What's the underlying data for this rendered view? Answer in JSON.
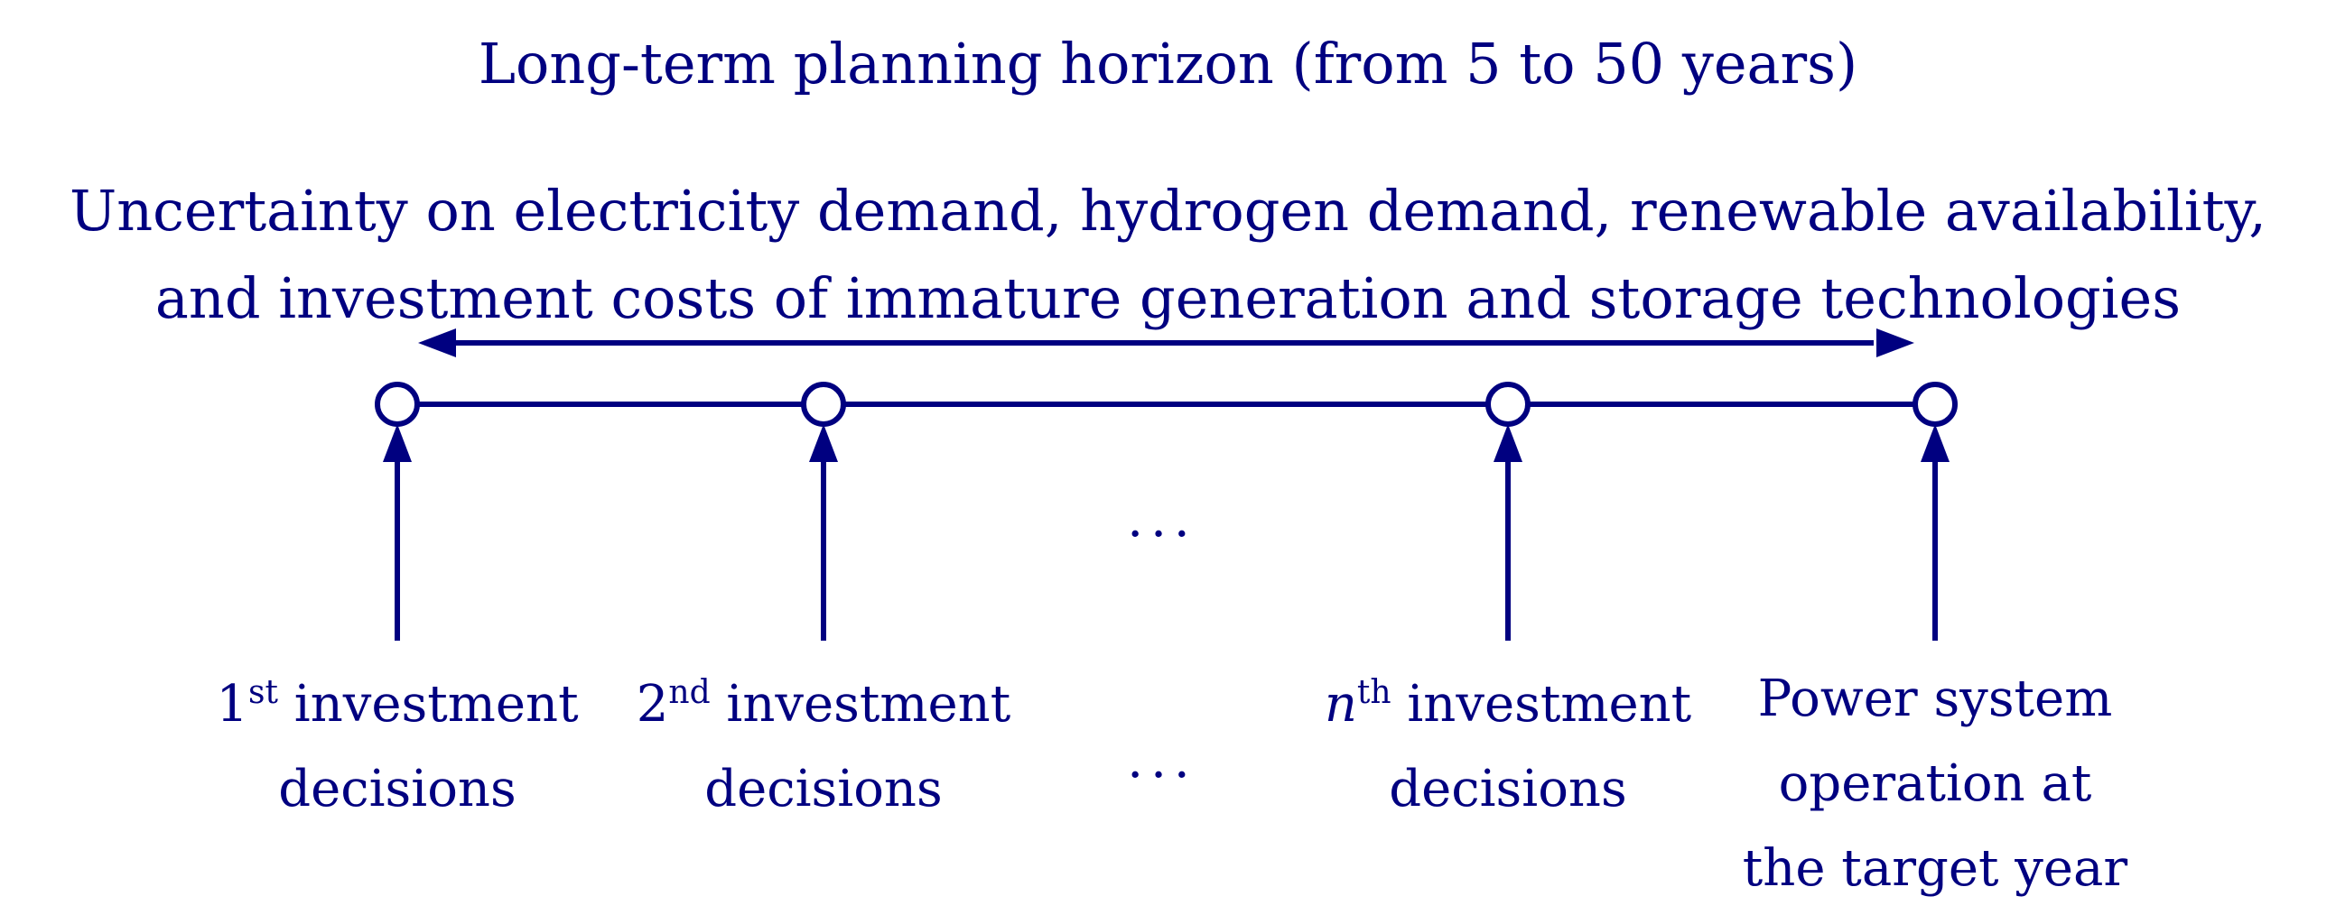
{
  "title": "Long-term planning horizon (from 5 to 50 years)",
  "uncertainty": {
    "line1": "Uncertainty on electricity demand, hydrogen demand, renewable availability,",
    "line2": "and investment costs of immature generation and storage technologies"
  },
  "stages": [
    {
      "ordinal": "1",
      "suffix": "st",
      "text": " investment",
      "line2": "decisions"
    },
    {
      "ordinal": "2",
      "suffix": "nd",
      "text": " investment",
      "line2": "decisions"
    },
    {
      "ordinal": "n",
      "suffix": "th",
      "text": " investment",
      "line2": "decisions"
    },
    {
      "line1": "Power system",
      "line2": "operation at",
      "line3": "the target year"
    }
  ],
  "ellipsis": "...",
  "colors": {
    "primary": "#000080",
    "background": "#ffffff"
  }
}
